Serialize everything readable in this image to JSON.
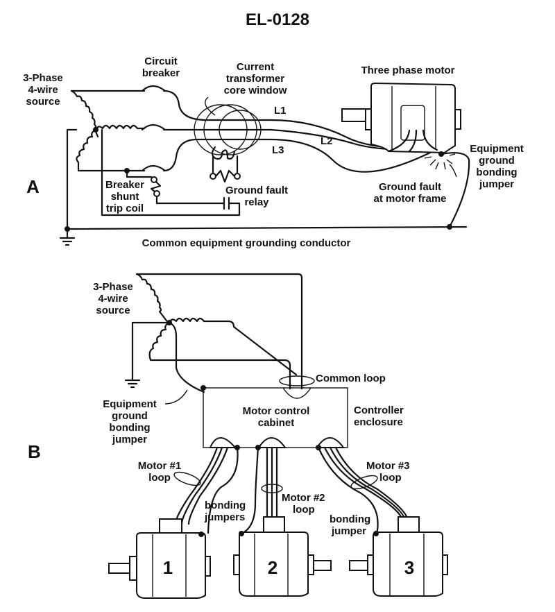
{
  "title": "EL-0128",
  "panel_a": {
    "letter": "A",
    "source_label": [
      "3-Phase",
      "4-wire",
      "source"
    ],
    "circuit_breaker": [
      "Circuit",
      "breaker"
    ],
    "ct_window": [
      "Current",
      "transformer",
      "core window"
    ],
    "motor_title": "Three phase motor",
    "line_labels": [
      "L1",
      "L2",
      "L3"
    ],
    "shunt_trip": [
      "Breaker",
      "shunt",
      "trip coil"
    ],
    "gf_relay": [
      "Ground fault",
      "relay"
    ],
    "gf_motor": [
      "Ground fault",
      "at motor frame"
    ],
    "bonding": [
      "Equipment",
      "ground",
      "bonding",
      "jumper"
    ],
    "common_ground": "Common equipment grounding conductor"
  },
  "panel_b": {
    "letter": "B",
    "source_label": [
      "3-Phase",
      "4-wire",
      "source"
    ],
    "common_loop": "Common loop",
    "bonding": [
      "Equipment",
      "ground",
      "bonding",
      "jumper"
    ],
    "cabinet": [
      "Motor control",
      "cabinet"
    ],
    "enclosure": [
      "Controller",
      "enclosure"
    ],
    "motor1_loop": [
      "Motor #1",
      "loop"
    ],
    "motor2_loop": [
      "Motor #2",
      "loop"
    ],
    "motor3_loop": [
      "Motor #3",
      "loop"
    ],
    "bonding_jumpers": [
      "bonding",
      "jumpers"
    ],
    "bonding_jumper": [
      "bonding",
      "jumper"
    ],
    "motor_numbers": [
      "1",
      "2",
      "3"
    ]
  }
}
